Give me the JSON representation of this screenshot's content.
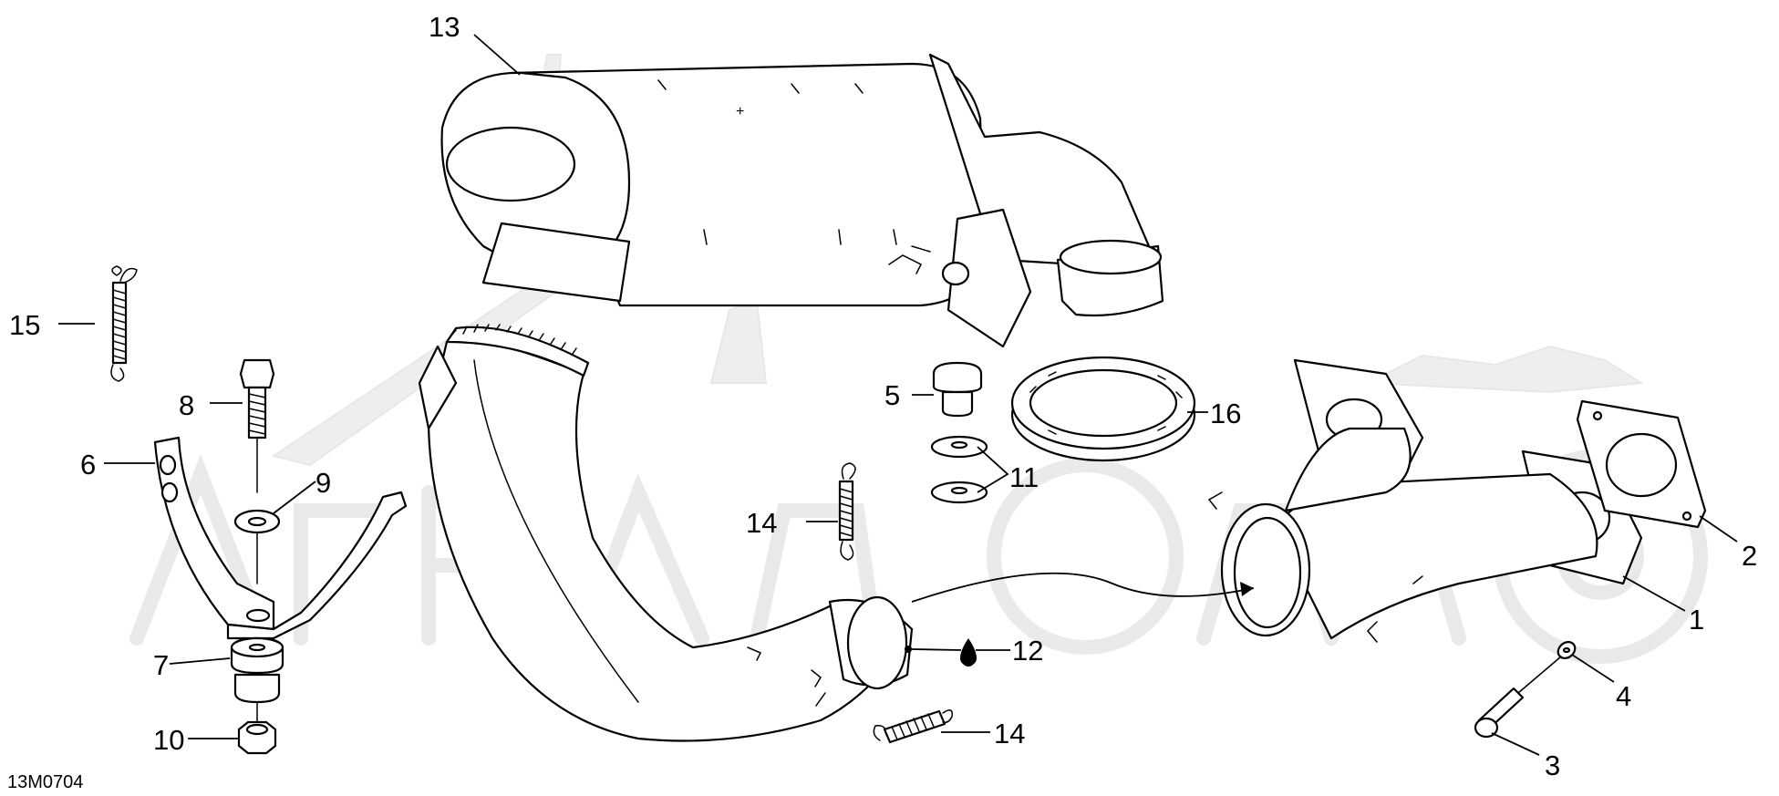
{
  "diagram": {
    "reference_code": "13M0704",
    "callouts": [
      {
        "id": "c1",
        "label": "1"
      },
      {
        "id": "c2",
        "label": "2"
      },
      {
        "id": "c3",
        "label": "3"
      },
      {
        "id": "c4",
        "label": "4"
      },
      {
        "id": "c5",
        "label": "5"
      },
      {
        "id": "c6",
        "label": "6"
      },
      {
        "id": "c7",
        "label": "7"
      },
      {
        "id": "c8",
        "label": "8"
      },
      {
        "id": "c9",
        "label": "9"
      },
      {
        "id": "c10",
        "label": "10"
      },
      {
        "id": "c11",
        "label": "11"
      },
      {
        "id": "c12",
        "label": "12"
      },
      {
        "id": "c13",
        "label": "13"
      },
      {
        "id": "c14a",
        "label": "14"
      },
      {
        "id": "c14b",
        "label": "14"
      },
      {
        "id": "c15",
        "label": "15"
      },
      {
        "id": "c16",
        "label": "16"
      }
    ],
    "colors": {
      "line": "#000000",
      "background": "#ffffff",
      "watermark": "#ececec"
    }
  }
}
